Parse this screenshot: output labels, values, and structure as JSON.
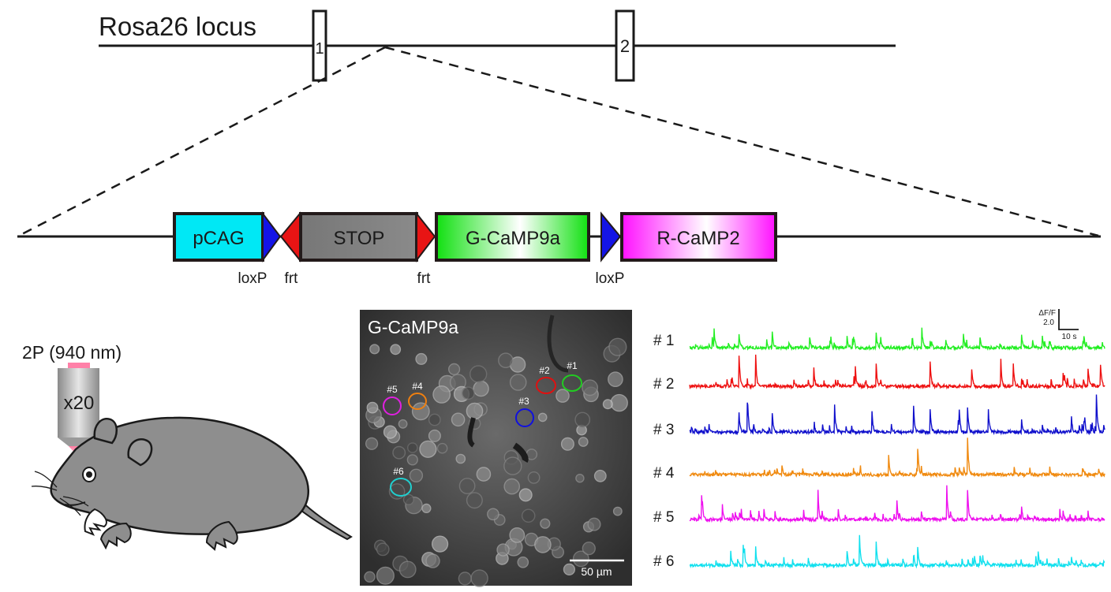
{
  "locus": {
    "title": "Rosa26 locus",
    "exon1": "1",
    "exon2": "2"
  },
  "construct": {
    "blocks": [
      {
        "label": "pCAG",
        "color": "#00e5f0"
      },
      {
        "label": "STOP",
        "color": "#7a7a7a"
      },
      {
        "label": "G-CaMP9a",
        "color": "#19e619"
      },
      {
        "label": "R-CaMP2",
        "color": "#ff19ff"
      }
    ],
    "site_labels": [
      "loxP",
      "frt",
      "frt",
      "loxP"
    ],
    "loxp_color": "#1010e0",
    "frt_color": "#e81010"
  },
  "mouse_panel": {
    "laser_label": "2P (940 nm)",
    "objective_label": "x20"
  },
  "image_panel": {
    "title": "G-CaMP9a",
    "scale_bar_label": "50 µm",
    "roi_labels": [
      "#1",
      "#2",
      "#3",
      "#4",
      "#5",
      "#6"
    ],
    "roi_colors": [
      "#22cc22",
      "#e01010",
      "#1010e0",
      "#f08010",
      "#e020e0",
      "#20d0d0"
    ]
  },
  "traces_panel": {
    "trace_labels": [
      "# 1",
      "# 2",
      "# 3",
      "# 4",
      "# 5",
      "# 6"
    ],
    "trace_colors": [
      "#22ee22",
      "#ee1010",
      "#1010cc",
      "#f08a10",
      "#ee10ee",
      "#10e0ee"
    ],
    "scale_y_label1": "ΔF/F",
    "scale_y_label2": "2.0",
    "scale_x_label": "10 s"
  }
}
